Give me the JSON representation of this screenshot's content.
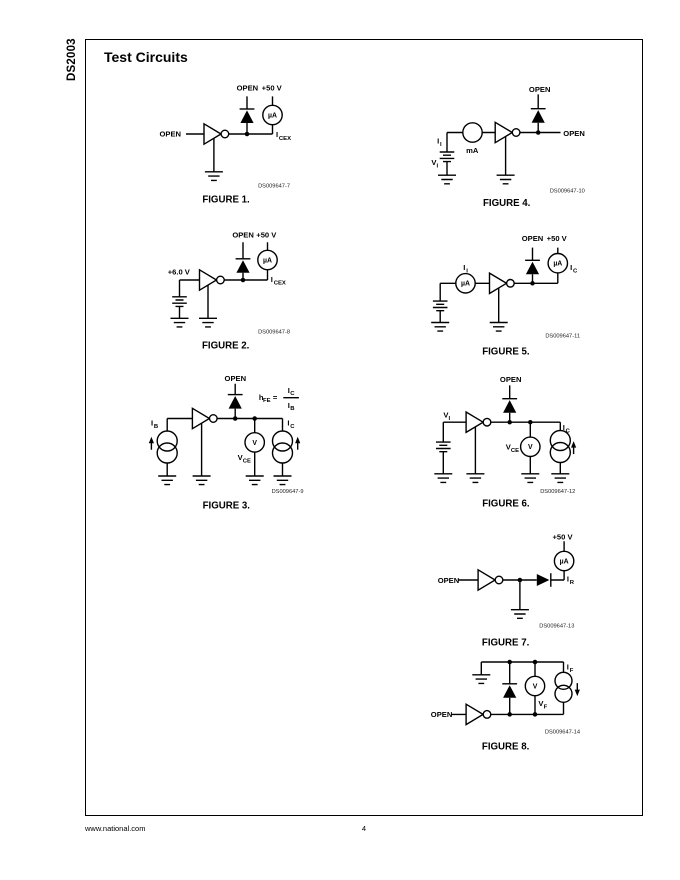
{
  "colors": {
    "ink": "#000000",
    "paper": "#ffffff"
  },
  "page": {
    "side_label": "DS2003",
    "title": "Test Circuits",
    "footer": {
      "left": "www.national.com",
      "page_number": "4"
    }
  },
  "figures": {
    "fig1": {
      "caption": "FIGURE 1.",
      "code": "DS009647-7",
      "labels": {
        "input": "OPEN",
        "diode_top": "OPEN",
        "supply": "+50 V",
        "meter": "µA",
        "out_main": "I",
        "out_sub": "CEX"
      }
    },
    "fig2": {
      "caption": "FIGURE 2.",
      "code": "DS009647-8",
      "labels": {
        "input": "+6.0 V",
        "diode_top": "OPEN",
        "supply": "+50 V",
        "meter": "µA",
        "out_main": "I",
        "out_sub": "CEX"
      }
    },
    "fig3": {
      "caption": "FIGURE 3.",
      "code": "DS009647-9",
      "labels": {
        "ib_main": "I",
        "ib_sub": "B",
        "diode_top": "OPEN",
        "ic_main": "I",
        "ic_sub": "C",
        "vmeter": "V",
        "vce_main": "V",
        "vce_sub": "CE",
        "formula": {
          "lhs_main": "h",
          "lhs_sub": "FE",
          "eq": "=",
          "num_main": "I",
          "num_sub": "C",
          "den_main": "I",
          "den_sub": "B"
        }
      }
    },
    "fig4": {
      "caption": "FIGURE 4.",
      "code": "DS009647-10",
      "labels": {
        "ii_main": "I",
        "ii_sub": "I",
        "vi_main": "V",
        "vi_sub": "I",
        "meter": "mA",
        "diode_top": "OPEN",
        "output": "OPEN"
      }
    },
    "fig5": {
      "caption": "FIGURE 5.",
      "code": "DS009647-11",
      "labels": {
        "ii_main": "I",
        "ii_sub": "I",
        "meter_in": "µA",
        "diode_top": "OPEN",
        "supply": "+50 V",
        "meter_out": "µA",
        "ic_main": "I",
        "ic_sub": "C"
      }
    },
    "fig6": {
      "caption": "FIGURE 6.",
      "code": "DS009647-12",
      "labels": {
        "vi_main": "V",
        "vi_sub": "I",
        "diode_top": "OPEN",
        "vce_main": "V",
        "vce_sub": "CE",
        "vmeter": "V",
        "ic_main": "I",
        "ic_sub": "C"
      }
    },
    "fig7": {
      "caption": "FIGURE 7.",
      "code": "DS009647-13",
      "labels": {
        "input": "OPEN",
        "supply": "+50 V",
        "meter": "µA",
        "ir_main": "I",
        "ir_sub": "R"
      }
    },
    "fig8": {
      "caption": "FIGURE 8.",
      "code": "DS009647-14",
      "labels": {
        "input": "OPEN",
        "vmeter": "V",
        "vf_main": "V",
        "vf_sub": "F",
        "if_main": "I",
        "if_sub": "F"
      }
    }
  }
}
